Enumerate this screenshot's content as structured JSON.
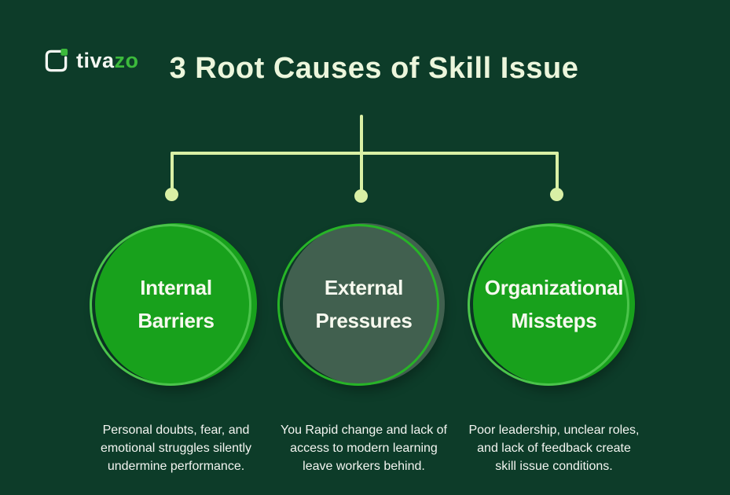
{
  "canvas": {
    "background_color": "#0d3c29",
    "connector_color": "#d9f0a5"
  },
  "header": {
    "logo": {
      "icon": "tivazo-frame-icon",
      "text_primary": "tiva",
      "text_accent": "zo",
      "accent_color": "#3cba3c"
    },
    "title": "3 Root Causes of Skill Issue"
  },
  "causes": [
    {
      "label": "Internal Barriers",
      "label_lines": [
        "Internal",
        "Barriers"
      ],
      "circle_fill": "#18a11c",
      "circle_ring": "#4bc44b",
      "description": "Personal doubts, fear, and emotional struggles silently undermine performance.",
      "description_lines": [
        "Personal doubts, fear, and",
        "emotional struggles silently",
        "undermine performance."
      ]
    },
    {
      "label": "External Pressures",
      "label_lines": [
        "External",
        "Pressures"
      ],
      "circle_fill": "#41604f",
      "circle_ring": "#27b427",
      "description": "You Rapid change and lack of access to modern learning leave workers behind.",
      "description_lines": [
        "You Rapid change and lack of",
        "access to modern learning",
        "leave workers behind."
      ]
    },
    {
      "label": "Organizational Missteps",
      "label_lines": [
        "Organizational",
        "Missteps"
      ],
      "circle_fill": "#18a11c",
      "circle_ring": "#4bc44b",
      "description": "Poor leadership, unclear roles, and lack of feedback create skill issue conditions.",
      "description_lines": [
        "Poor leadership, unclear roles,",
        "and lack of feedback create",
        "skill issue conditions."
      ]
    }
  ]
}
